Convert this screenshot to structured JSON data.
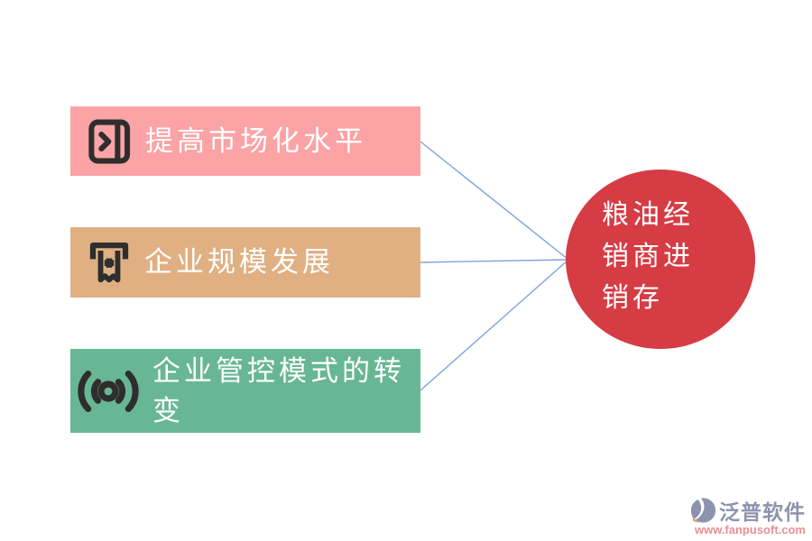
{
  "diagram": {
    "items": [
      {
        "label": "提高市场化水平",
        "icon": "journal-arrow-icon",
        "color": "#fba3a5"
      },
      {
        "label": "企业规模发展",
        "icon": "receipt-plus-icon",
        "color": "#e0b083"
      },
      {
        "label": "企业管控模式的转变",
        "icon": "broadcast-icon",
        "color": "#68b794"
      }
    ],
    "center": {
      "label": "粮油经销商进销存",
      "lines": [
        "粮油经",
        "销商进",
        "销存"
      ],
      "color": "#d63c44"
    },
    "connector_color": "#7fa3dc",
    "icon_color": "#2e2e2e",
    "text_color": "#ffffff",
    "background": "#ffffff"
  },
  "watermark": {
    "brand": "泛普软件",
    "url": "www.fanpusoft.com",
    "brand_color": "#8e93ad",
    "url_color": "#e8908f",
    "logo_accent": "#d8a86e"
  }
}
